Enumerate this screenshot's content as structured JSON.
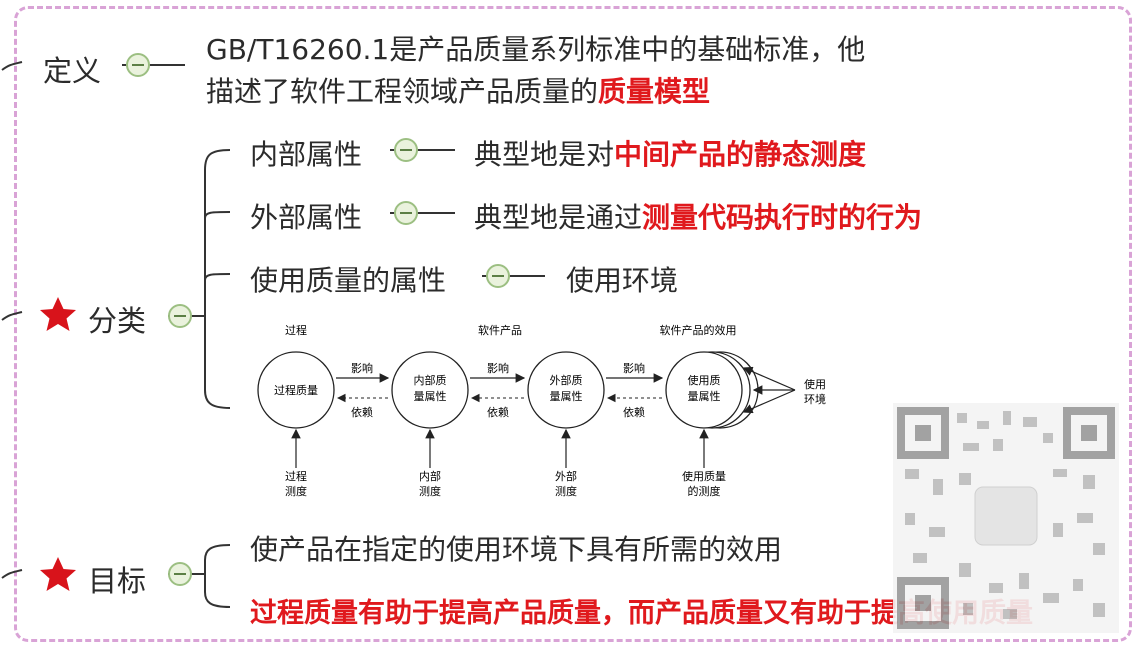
{
  "definition": {
    "label": "定义",
    "line1": "GB/T16260.1是产品质量系列标准中的基础标准，他",
    "line2_plain": "描述了软件工程领域产品质量的",
    "line2_red": "质量模型"
  },
  "classification": {
    "label": "分类",
    "items": [
      {
        "name": "内部属性",
        "desc_plain": "典型地是对",
        "desc_red": "中间产品的静态测度"
      },
      {
        "name": "外部属性",
        "desc_plain": "典型地是通过",
        "desc_red": "测量代码执行时的行为"
      },
      {
        "name": "使用质量的属性",
        "desc_plain": "使用环境",
        "desc_red": ""
      }
    ]
  },
  "diagram": {
    "top_labels": [
      "过程",
      "软件产品",
      "软件产品的效用"
    ],
    "circles": [
      "过程质量",
      "内部质\n量属性",
      "外部质\n量属性",
      "使用质\n量属性"
    ],
    "influence": "影响",
    "dependence": "依赖",
    "env": "使用\n环境",
    "bottom_labels": [
      "过程\n测度",
      "内部\n测度",
      "外部\n测度",
      "使用质量\n的测度"
    ]
  },
  "goal": {
    "label": "目标",
    "line1": "使产品在指定的使用环境下具有所需的效用",
    "line2": "过程质量有助于提高产品质量，而产品质量又有助于提高使用质量"
  },
  "colors": {
    "accent_red": "#e0191d",
    "star": "#d8131b",
    "frame": "#d9a3d6",
    "knob": "#a9c98e"
  }
}
